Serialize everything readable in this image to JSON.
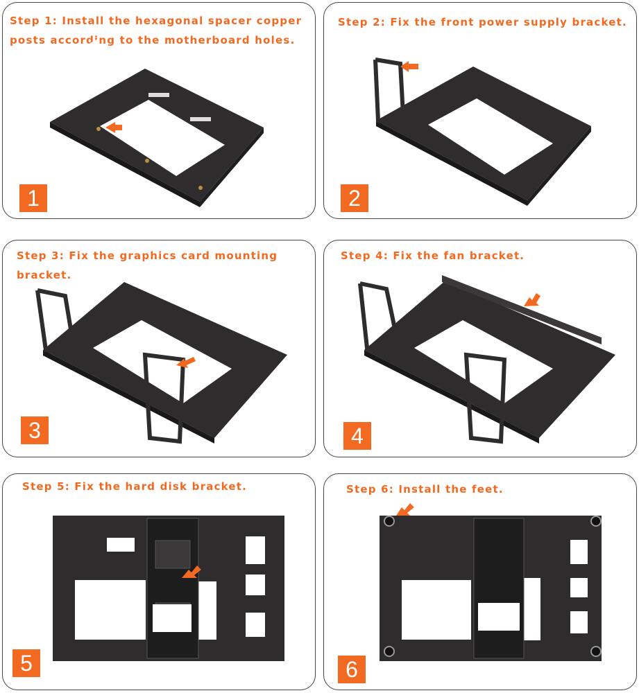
{
  "steps": [
    {
      "text": "Step 1: Install the hexagonal spacer copper posts according to the motherboard holes.",
      "number": "1"
    },
    {
      "text": "Step 2: Fix the front power supply bracket.",
      "number": "2"
    },
    {
      "text": "Step 3: Fix the graphics card mounting bracket.",
      "number": "3"
    },
    {
      "text": "Step 4: Fix the fan bracket.",
      "number": "4"
    },
    {
      "text": "Step 5: Fix the hard disk bracket.",
      "number": "5"
    },
    {
      "text": "Step 6: Install the feet.",
      "number": "6"
    }
  ],
  "colors": {
    "accent": "#f26a21",
    "frame": "#2e2c2c",
    "border": "#444444"
  }
}
